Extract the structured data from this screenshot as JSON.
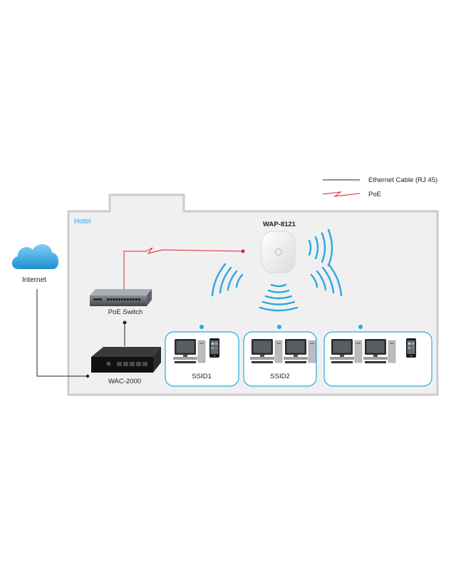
{
  "legend": {
    "ethernet_label": "Ethernet Cable (RJ 45)",
    "poe_label": "PoE"
  },
  "building": {
    "label": "Hotel"
  },
  "cloud": {
    "label": "Internet"
  },
  "devices": {
    "access_point": "WAP-8121",
    "poe_switch": "PoE Switch",
    "controller": "WAC-2000"
  },
  "groups": [
    {
      "label": "SSID1"
    },
    {
      "label": "SSID2"
    },
    {
      "label": ""
    }
  ],
  "colors": {
    "accent": "#29a9e0",
    "poe": "#d9272e",
    "building_fill": "#f0f0f0",
    "building_border": "#cccccc"
  }
}
